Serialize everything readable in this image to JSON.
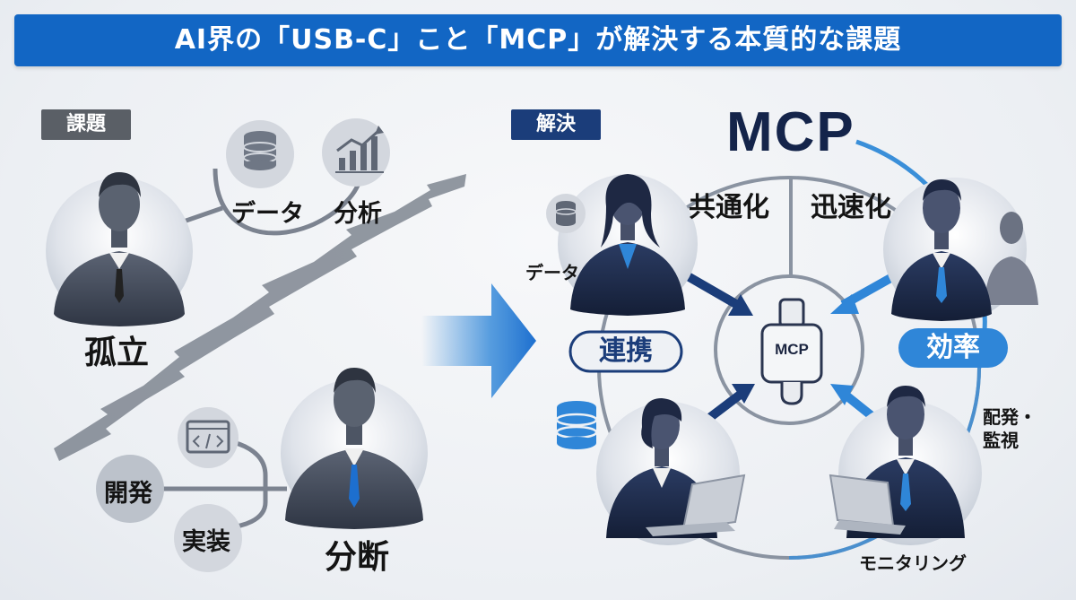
{
  "banner": {
    "title": "AI界の「USB-C」こと「MCP」が解決する本質的な課題"
  },
  "left": {
    "tag": "課題",
    "isolation_label": "孤立",
    "fragmentation_label": "分断",
    "data_label": "データ",
    "analysis_label": "分析",
    "development_label": "開発",
    "implementation_label": "実装"
  },
  "right": {
    "tag": "解決",
    "title": "MCP",
    "plug_label": "MCP",
    "standardization_label": "共通化",
    "speed_label": "迅速化",
    "collaboration_label": "連携",
    "efficiency_label": "効率",
    "data_label": "データ",
    "deploy_label": "配発・\n監視",
    "monitoring_label": "モニタリング"
  },
  "colors": {
    "banner": "#1266c4",
    "navy": "#1b3d7a",
    "accent_blue": "#2f86d8",
    "problem_gray": "#5a5f66"
  }
}
